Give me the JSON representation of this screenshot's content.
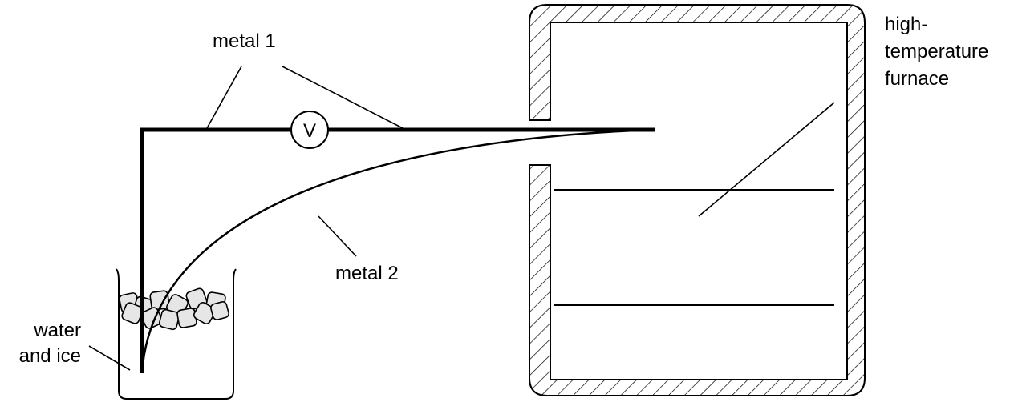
{
  "labels": {
    "metal1": "metal 1",
    "metal2": "metal 2",
    "water_line1": "water",
    "water_line2": "and ice",
    "furnace_line1": "high-",
    "furnace_line2": "temperature",
    "furnace_line3": "furnace"
  },
  "voltmeter": {
    "symbol": "V"
  },
  "colors": {
    "stroke": "#000000",
    "ice_fill": "#e6e6e6",
    "background": "#ffffff"
  }
}
